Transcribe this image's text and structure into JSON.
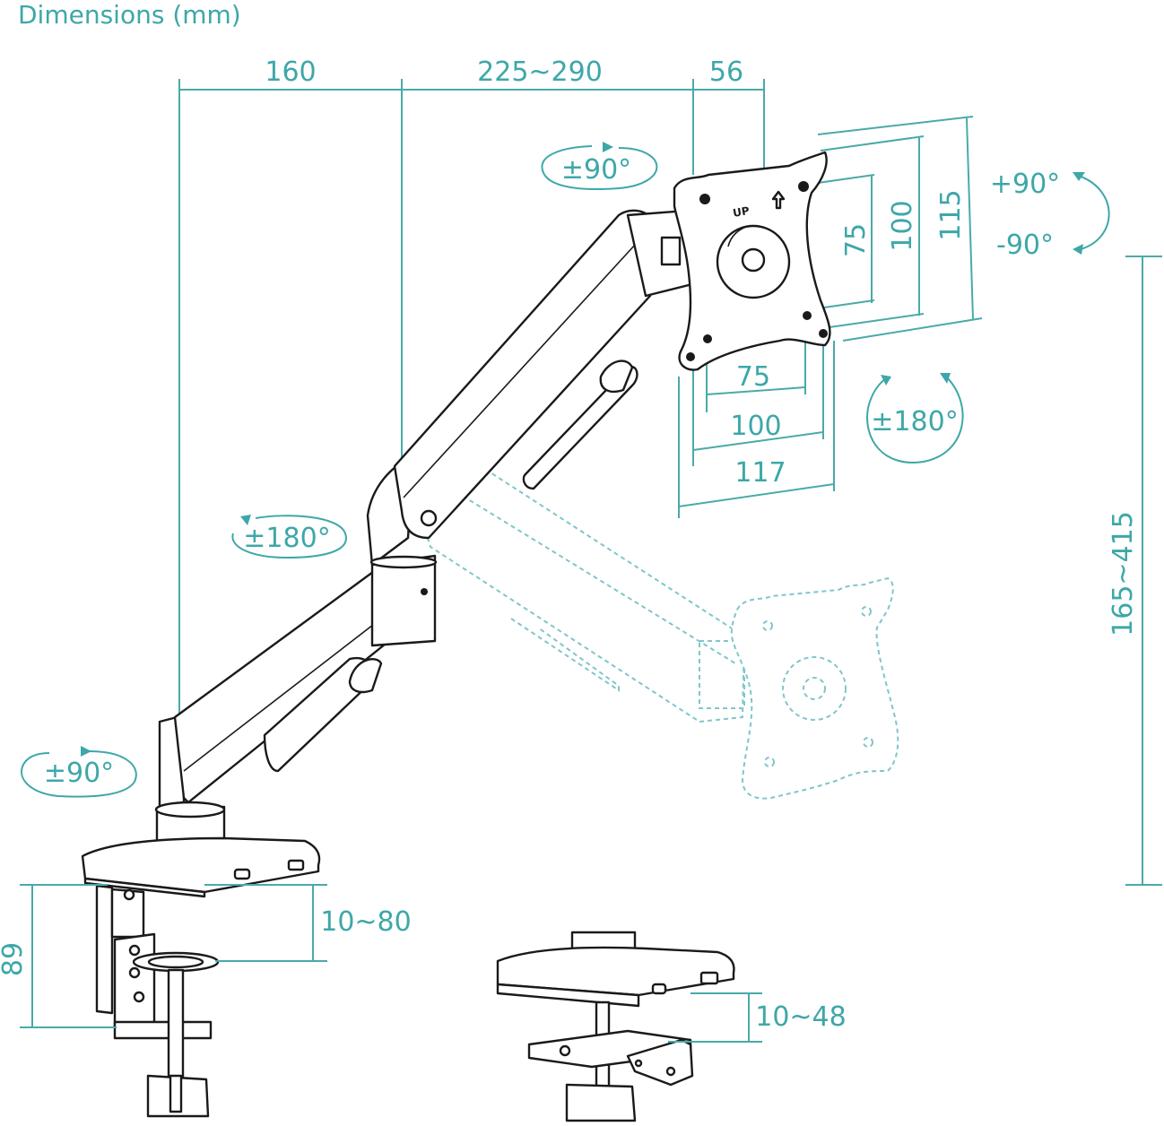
{
  "title": "Dimensions (mm)",
  "dimensions": {
    "arm_segment_1": "160",
    "arm_segment_2": "225~290",
    "plate_depth": "56",
    "vesa_h_75": "75",
    "vesa_h_100": "100",
    "plate_h_115": "115",
    "vesa_w_75": "75",
    "vesa_w_100": "100",
    "plate_w_117": "117",
    "height_range": "165~415",
    "clamp_thickness": "10~80",
    "clamp_height": "89",
    "grommet_thickness": "10~48"
  },
  "rotations": {
    "head_swivel": "±90°",
    "tilt_up": "+90°",
    "tilt_down": "-90°",
    "plate_rotation": "±180°",
    "elbow_rotation": "±180°",
    "base_rotation": "±90°"
  },
  "plate_label": "UP",
  "colors": {
    "accent": "#3ea7a8",
    "ink": "#1a1a1a",
    "ghost": "#7fc6c9"
  }
}
